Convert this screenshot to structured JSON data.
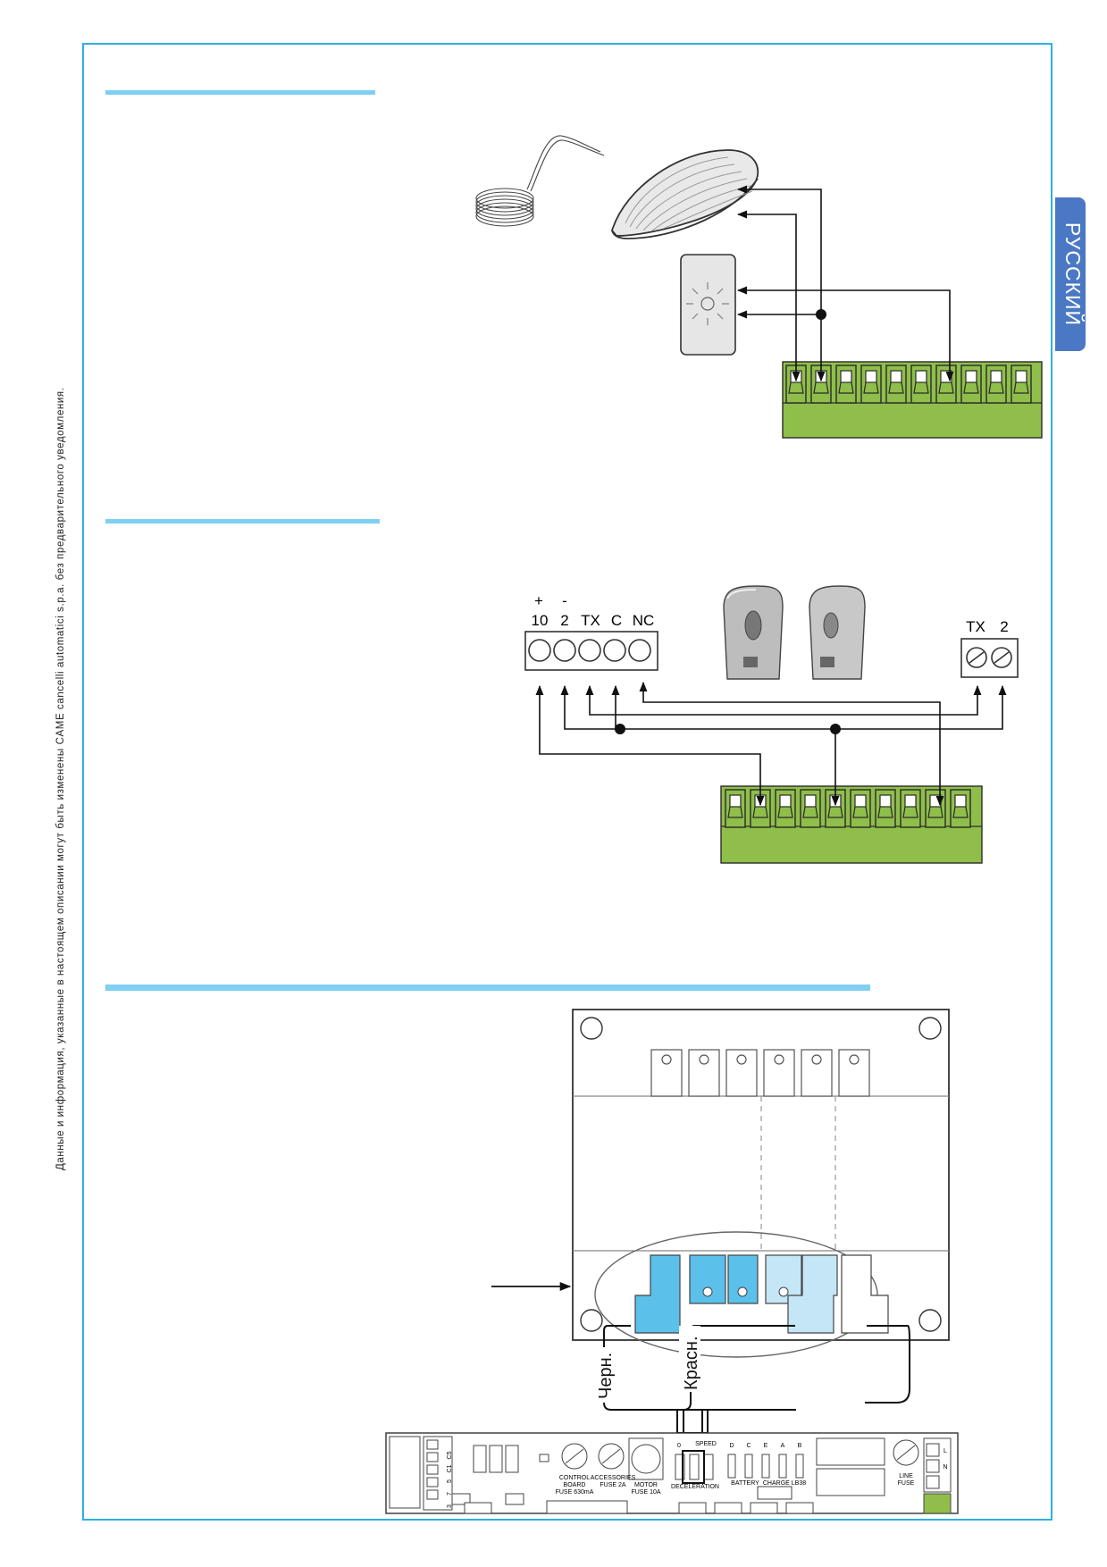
{
  "sidebar_note": "Данные и информация, указанные в настоящем описании могут быть изменены CAME cancelli automatici s.p.a. без предварительного уведомления.",
  "language_tab": "РУССКИЙ",
  "photocell_terminals": {
    "labels": [
      "10",
      "2",
      "TX",
      "C",
      "NC"
    ],
    "polarity": [
      "+",
      "-"
    ]
  },
  "transmitter_terminals": {
    "labels": [
      "TX",
      "2"
    ]
  },
  "wire_labels": {
    "black": "Черн.",
    "red": "Красн."
  },
  "board_silkscreen": {
    "left_header": [
      "C5",
      "C1",
      "5",
      "7",
      "3"
    ],
    "fuse_control": [
      "CONTROL",
      "BOARD",
      "FUSE 630mA"
    ],
    "fuse_accessories": [
      "ACCESSORIES",
      "FUSE 2A"
    ],
    "fuse_motor": [
      "MOTOR",
      "FUSE 10A"
    ],
    "dip_header": [
      "0",
      "SPEED"
    ],
    "deceleration": "DECELERATION",
    "connector_letters": [
      "D",
      "C",
      "E",
      "A",
      "B"
    ],
    "battery": "BATTERY",
    "charge": "CHARGE LB38",
    "line_fuse": [
      "LINE",
      "FUSE"
    ],
    "line_terminals": [
      "L",
      "N"
    ]
  },
  "colors": {
    "frame": "#2fb0e0",
    "section_rule": "#7ecff2",
    "terminal_green": "#8fbe4a",
    "connector_blue": "#5bc0ea",
    "connector_light_blue": "#c5e6f6",
    "language_tab": "#4a78c4"
  }
}
